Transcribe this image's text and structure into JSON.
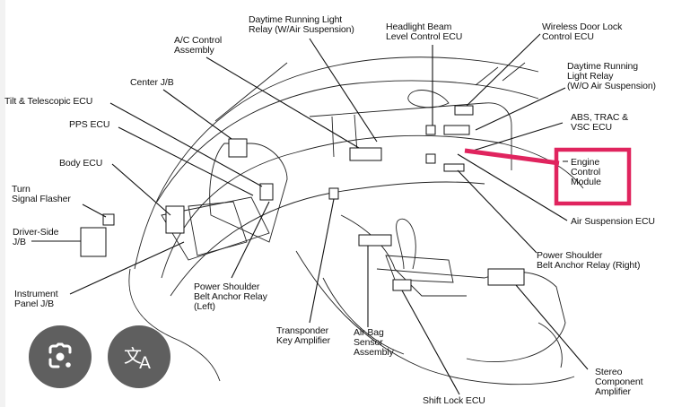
{
  "diagram": {
    "title": "Interior component locations",
    "highlight_color": "#e0245e",
    "labels": {
      "daytime_running_light_relay_air": "Daytime Running Light\nRelay (W/Air Suspension)",
      "ac_control_assembly": "A/C Control\nAssembly",
      "headlight_beam_level_control_ecu": "Headlight Beam\nLevel Control ECU",
      "wireless_door_lock_control_ecu": "Wireless Door Lock\nControl ECU",
      "daytime_running_light_relay_no_air": "Daytime Running\nLight Relay\n(W/O Air Suspension)",
      "center_jb": "Center J/B",
      "tilt_telescopic_ecu": "Tilt & Telescopic ECU",
      "pps_ecu": "PPS ECU",
      "abs_trac_vsc_ecu": "ABS, TRAC &\nVSC ECU",
      "engine_control_module": "Engine\nControl\nModule",
      "body_ecu": "Body ECU",
      "turn_signal_flasher": "Turn\nSignal Flasher",
      "driver_side_jb": "Driver-Side\nJ/B",
      "air_suspension_ecu": "Air Suspension ECU",
      "power_shoulder_belt_right": "Power Shoulder\nBelt Anchor Relay (Right)",
      "instrument_panel_jb": "Instrument\nPanel J/B",
      "power_shoulder_belt_left": "Power Shoulder\nBelt Anchor Relay\n(Left)",
      "transponder_key_amplifier": "Transponder\nKey Amplifier",
      "air_bag_sensor_assembly": "Air Bag\nSensor\nAssembly",
      "stereo_component_amplifier": "Stereo\nComponent\nAmplifier",
      "shift_lock_ecu": "Shift Lock ECU"
    }
  },
  "overlay_buttons": [
    {
      "name": "lens",
      "icon": "google-lens-icon"
    },
    {
      "name": "translate",
      "icon": "translate-icon",
      "glyph_main": "文",
      "glyph_sub": "A"
    }
  ]
}
